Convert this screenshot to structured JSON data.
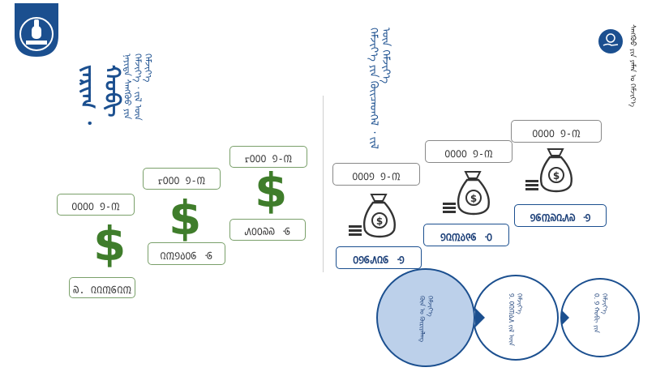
{
  "logo": {
    "icon": "monument-emblem-icon",
    "color": "#1b4f8f"
  },
  "left": {
    "heading": "ᠵᠠᠷᠢᠭ ᠂ ᠬᠤᠪᠢ",
    "subtitle": "ᠨᠡᠶᠢᠲᠡ ᠰᠠᠩᠬᠦᠦ ᠶᠢᠨ ᠬᠡᠮᠵᠢᠶ᠎ᠡ ᠂ ᠵᠢᠯ ᠦᠨ ᠬᠡᠮᠵᠢᠶ᠎ᠡ",
    "labels": [
      "᠐᠐᠐᠐ ᠑-᠓",
      "ᠷ᠐᠐᠐ ᠑-᠓",
      "ᠷ᠐᠐᠐ ᠑-᠓"
    ],
    "values": [
      "᠗. ᠒᠒᠓᠖᠒᠓",
      "᠒᠓᠑᠔᠐᠖ ᠂᠖",
      "᠕᠐᠐᠗᠗ ᠂᠖"
    ]
  },
  "right": {
    "heading": "ᠬᠡᠮᠵᠢᠶ᠎ᠡ ᠶᠢᠨ ᠭᠦᠢᠴᠡᠳᠬᠡᠯ ᠂ ᠵᠢᠯ ᠦᠨ ᠬᠡᠮᠵᠢᠶ᠎ᠡ",
    "labels": [
      "᠐᠐᠐᠑ ᠑-᠓",
      "᠐᠐᠐᠐ ᠑-᠓",
      "᠐᠐᠐᠐ ᠑-᠓"
    ],
    "values": [
      "᠐᠑᠖᠕᠒᠖ ᠂᠑",
      "᠑᠒᠓᠔᠙᠖ ᠂᠐",
      "᠑᠖᠓᠗᠒᠕᠗ ᠂᠑"
    ]
  },
  "top_right": {
    "icon": "hand-coin-icon",
    "text": "ᠰᠠᠩᠬᠦᠦ ᠶᠢᠨ ᠶᠠᠮᠠᠨ ᠤ ᠬᠡᠮᠵᠢᠶ᠎ᠡ"
  },
  "circles": [
    {
      "text": "ᠬᠦᠨ ᠤ ᠬᠦᠷᠢᠶᠡᠯᠡᠩ ᠬᠡᠮᠵᠢᠶ᠎ᠡ"
    },
    {
      "text": "᠑. ᠐᠒᠓᠔᠕ ᠵᠢᠯ ᠦᠨ ᠬᠡᠮᠵᠢᠶ᠎ᠡ"
    },
    {
      "text": "᠐. ᠑ ᠬᠤᠪᠢ ᠶᠢᠨ ᠬᠡᠮᠵᠢᠶ᠎ᠡ"
    }
  ]
}
